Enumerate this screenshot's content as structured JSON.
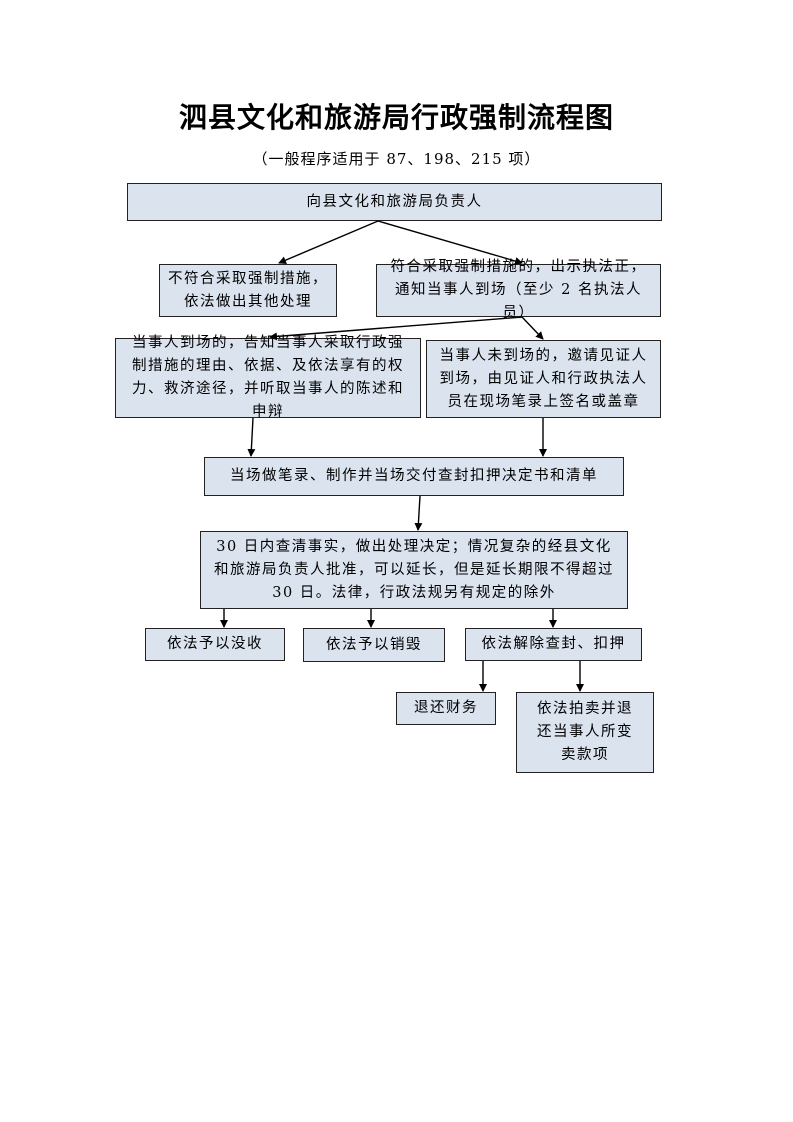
{
  "title": "泗县文化和旅游局行政强制流程图",
  "subtitle": "（一般程序适用于 87、198、215 项）",
  "nodes": {
    "responsible": "向县文化和旅游局负责人",
    "not_meet": "不符合采取强制措施，依法做出其他处理",
    "meet": "符合采取强制措施的，出示执法正，通知当事人到场（至少 2 名执法人员）",
    "present": "当事人到场的，告知当事人采取行政强制措施的理由、依据、及依法享有的权力、救济途径，并听取当事人的陈述和申辩",
    "absent": "当事人未到场的，邀请见证人到场，由见证人和行政执法人员在现场笔录上签名或盖章",
    "record": "当场做笔录、制作并当场交付查封扣押决定书和清单",
    "decision": "30 日内查清事实，做出处理决定；情况复杂的经县文化和旅游局负责人批准，可以延长，但是延长期限不得超过 30 日。法律，行政法规另有规定的除外",
    "confiscate": "依法予以没收",
    "destroy": "依法予以销毁",
    "release": "依法解除查封、扣押",
    "return_property": "退还财务",
    "auction": "依法拍卖并退还当事人所变卖款项"
  }
}
